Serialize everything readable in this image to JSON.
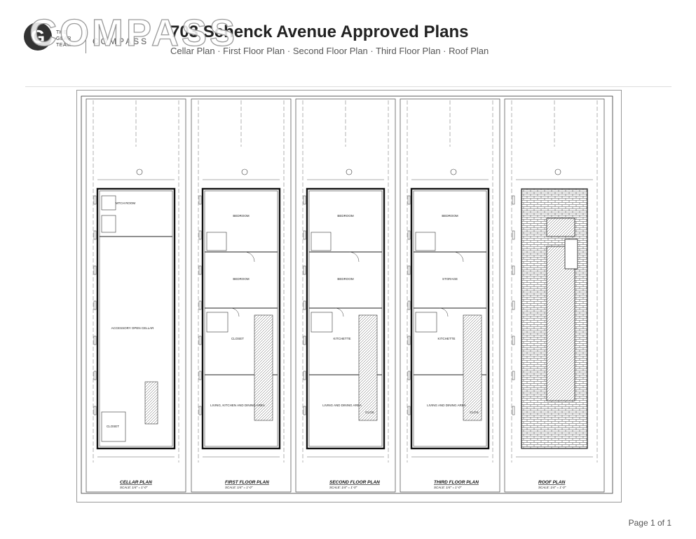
{
  "logo": {
    "team_text": [
      "THE",
      "GEAR",
      "TEAM"
    ],
    "brand": "COMPASS",
    "watermark": "COMPASS"
  },
  "document": {
    "title": "703 Schenck Avenue Approved Plans",
    "subtitle": "Cellar Plan · First Floor Plan · Second Floor Plan · Third Floor Plan · Roof Plan"
  },
  "plans": [
    {
      "label": "CELLAR PLAN",
      "scale": "SCALE: 1/4\" = 1'-0\"",
      "rooms": [
        "ACCESSORY OPEN CELLAR",
        "MTCH ROOM",
        "CLOSET"
      ]
    },
    {
      "label": "FIRST FLOOR PLAN",
      "scale": "SCALE: 1/4\" = 1'-0\"",
      "rooms": [
        "BEDROOM",
        "BEDROOM",
        "CLOSET",
        "LIVING, KITCHEN AND DINING AREA"
      ]
    },
    {
      "label": "SECOND FLOOR PLAN",
      "scale": "SCALE: 1/4\" = 1'-0\"",
      "rooms": [
        "BEDROOM",
        "BEDROOM",
        "KITCHETTE",
        "LIVING AND DINING AREA",
        "CLOS."
      ]
    },
    {
      "label": "THIRD FLOOR PLAN",
      "scale": "SCALE: 1/4\" = 1'-0\"",
      "rooms": [
        "BEDROOM",
        "STORAGE",
        "KITCHETTE",
        "LIVING AND DINING AREA",
        "CLOS."
      ]
    },
    {
      "label": "ROOF PLAN",
      "scale": "SCALE: 1/4\" = 1'-0\"",
      "rooms": []
    }
  ],
  "footer": {
    "page": "Page 1 of 1"
  }
}
